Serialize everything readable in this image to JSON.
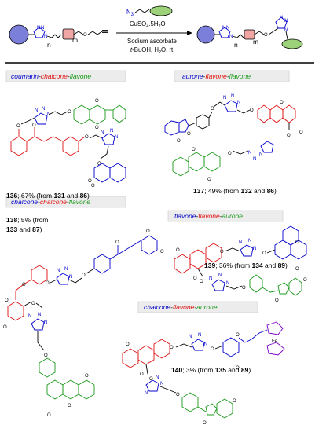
{
  "reaction": {
    "n_label": "n",
    "m_label": "m",
    "azide_label": "N",
    "azide_sub": "3",
    "reagent_line1": "CuSO",
    "reagent_line1_sub": "4",
    "reagent_line1_tail": ".5H",
    "reagent_line1_sub2": "2",
    "reagent_line1_end": "O",
    "reagent_line2": "Sodium ascorbate",
    "reagent_line3_italic": "t",
    "reagent_line3_rest": "-BuOH, H",
    "reagent_line3_sub": "2",
    "reagent_line3_end": "O, rt"
  },
  "compounds": [
    {
      "tag_parts": [
        {
          "text": "coumarin",
          "color": "#0000cc"
        },
        {
          "text": "-",
          "color": "#000000"
        },
        {
          "text": "chalcone",
          "color": "#e01010"
        },
        {
          "text": "-",
          "color": "#000000"
        },
        {
          "text": "flavone",
          "color": "#1a9a1a"
        }
      ],
      "number": "136",
      "yield_text": "; 67% (from ",
      "src1": "131",
      "and": " and ",
      "src2": "86",
      "close": ")"
    },
    {
      "tag_parts": [
        {
          "text": "aurone",
          "color": "#0000cc"
        },
        {
          "text": "-",
          "color": "#000000"
        },
        {
          "text": "flavone",
          "color": "#e01010"
        },
        {
          "text": "-",
          "color": "#000000"
        },
        {
          "text": "flavone",
          "color": "#1a9a1a"
        }
      ],
      "number": "137",
      "yield_text": "; 49% (from ",
      "src1": "132",
      "and": " and ",
      "src2": "86",
      "close": ")"
    },
    {
      "tag_parts": [
        {
          "text": "chalcone",
          "color": "#0000cc"
        },
        {
          "text": "-",
          "color": "#000000"
        },
        {
          "text": "chalcone",
          "color": "#e01010"
        },
        {
          "text": "-",
          "color": "#000000"
        },
        {
          "text": "flavone",
          "color": "#1a9a1a"
        }
      ],
      "number": "138",
      "yield_text": "; 5% (from",
      "src1": "133",
      "and": " and ",
      "src2": "87",
      "close": ")"
    },
    {
      "tag_parts": [
        {
          "text": "flavone",
          "color": "#0000cc"
        },
        {
          "text": "-",
          "color": "#000000"
        },
        {
          "text": "flavone",
          "color": "#e01010"
        },
        {
          "text": "-",
          "color": "#000000"
        },
        {
          "text": "aurone",
          "color": "#1a9a1a"
        }
      ],
      "number": "139",
      "yield_text": "; 36% (from ",
      "src1": "134",
      "and": " and ",
      "src2": "89",
      "close": ")"
    },
    {
      "tag_parts": [
        {
          "text": "chalcone",
          "color": "#0000cc"
        },
        {
          "text": "-",
          "color": "#000000"
        },
        {
          "text": "flavone",
          "color": "#e01010"
        },
        {
          "text": "-",
          "color": "#000000"
        },
        {
          "text": "aurone",
          "color": "#1a9a1a"
        }
      ],
      "number": "140",
      "yield_text": "; 3% (from ",
      "src1": "135",
      "and": " and ",
      "src2": "89",
      "close": ")"
    }
  ],
  "atoms": {
    "N": "N",
    "O": "O",
    "Fe": "Fe"
  },
  "colors": {
    "blue": "#0000cc",
    "red": "#e01010",
    "green": "#1a9a1a",
    "purple": "#7a00c8",
    "circle_fill": "#7b7fd9",
    "square_fill": "#f1a5a5",
    "oval_fill": "#9dd27a",
    "tag_bg": "#ececec"
  }
}
